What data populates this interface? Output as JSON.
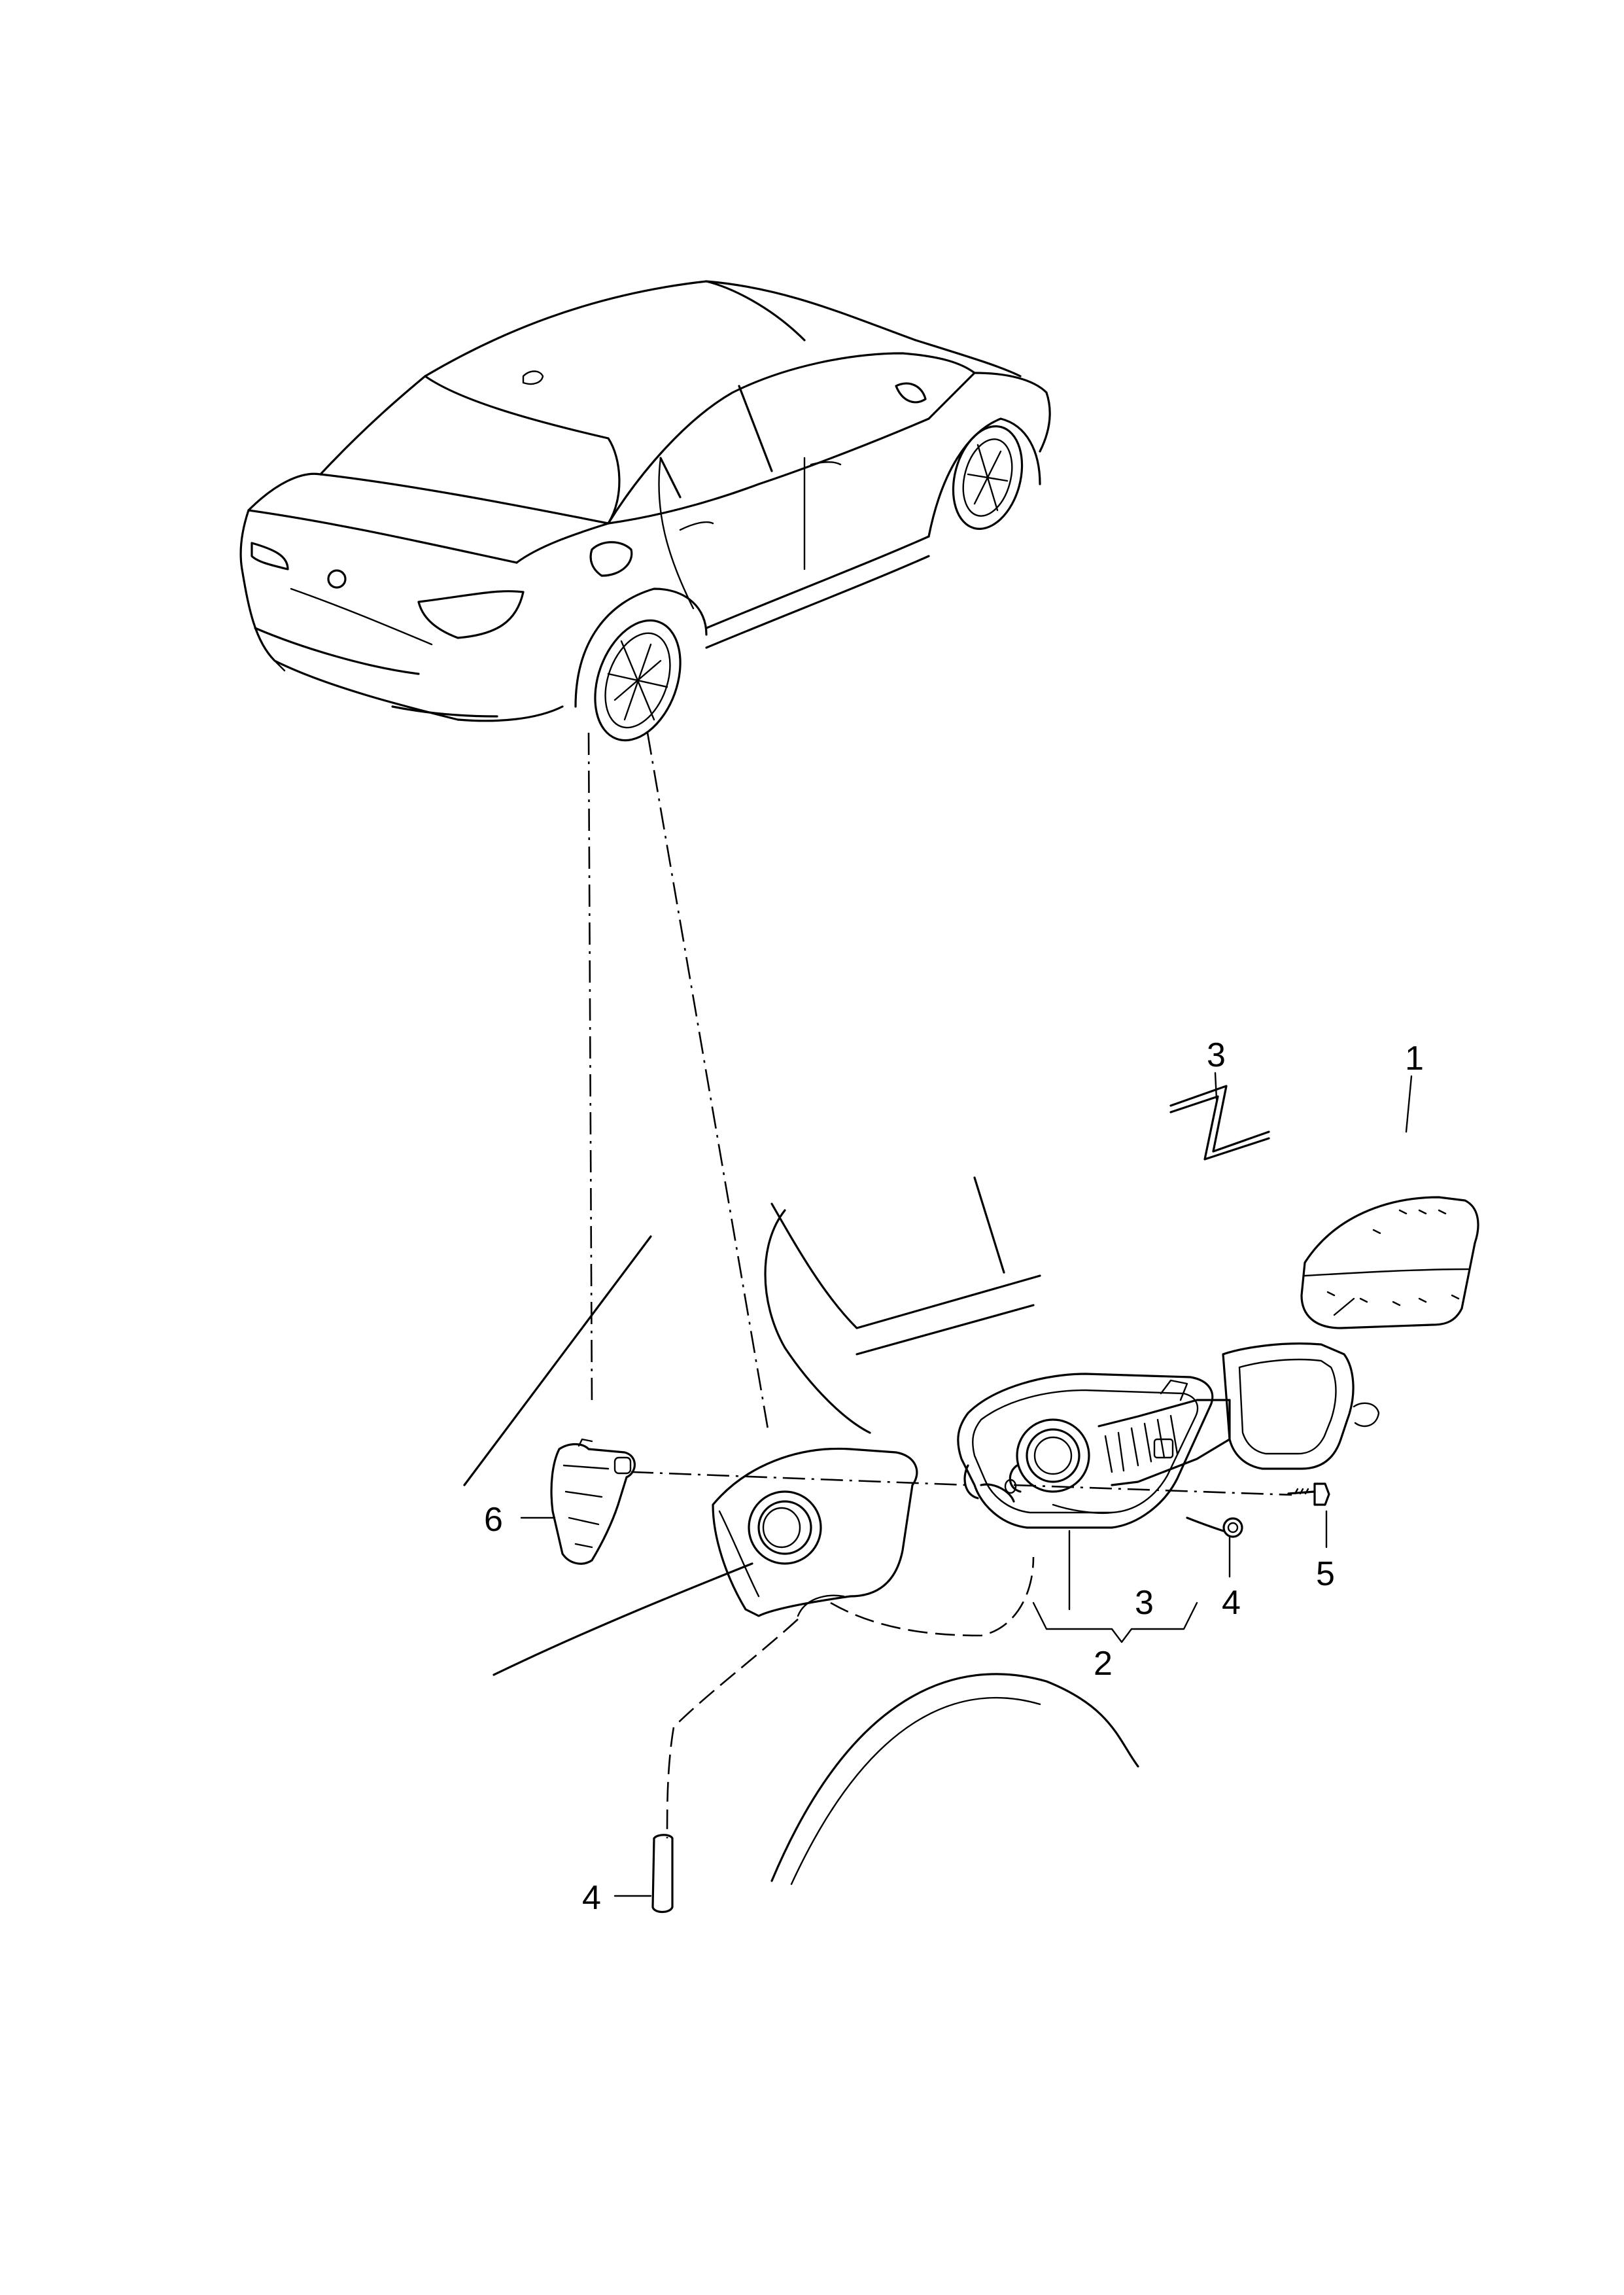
{
  "diagram": {
    "callouts": [
      {
        "id": "c1",
        "text": "1"
      },
      {
        "id": "c2",
        "text": "2"
      },
      {
        "id": "c3a",
        "text": "3"
      },
      {
        "id": "c3b",
        "text": "3"
      },
      {
        "id": "c4a",
        "text": "4"
      },
      {
        "id": "c4b",
        "text": "4"
      },
      {
        "id": "c5",
        "text": "5"
      },
      {
        "id": "c6",
        "text": "6"
      }
    ]
  }
}
